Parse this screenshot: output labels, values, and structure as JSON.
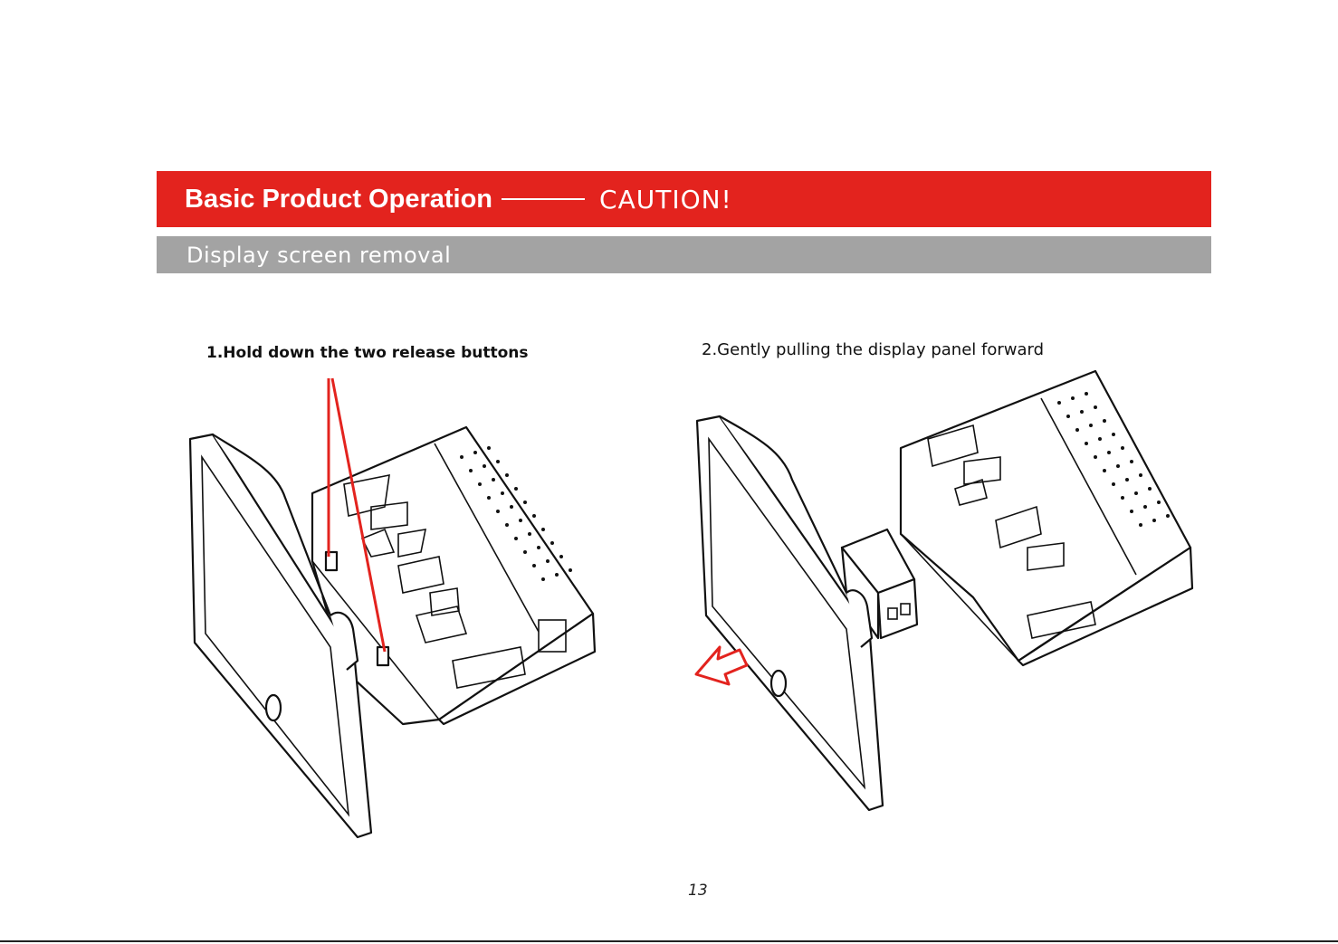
{
  "header": {
    "title": "Basic Product Operation",
    "caution": "CAUTION!",
    "subtitle": "Display screen removal",
    "accent_color": "#e3231e",
    "subtitle_bar_color": "#a3a3a3"
  },
  "steps": [
    {
      "label": "1.Hold down the two release buttons"
    },
    {
      "label": "2.Gently pulling the display panel forward"
    }
  ],
  "figures": [
    {
      "name": "release-buttons-illustration",
      "pointer_color": "#e3231e"
    },
    {
      "name": "pull-panel-illustration",
      "arrow_color": "#e3231e"
    }
  ],
  "footer": {
    "page_number": "13"
  }
}
